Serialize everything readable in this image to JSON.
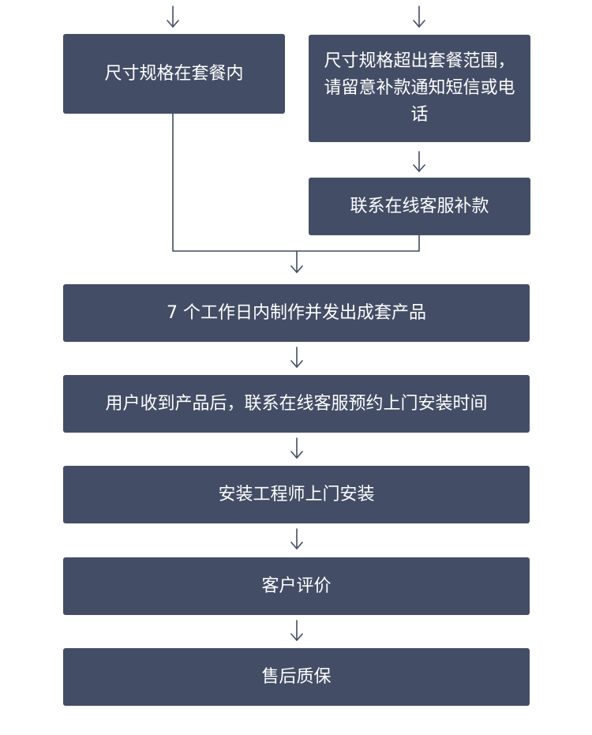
{
  "flow": {
    "within_package": "尺寸规格在套餐内",
    "exceeds_package": "尺寸规格超出套餐范围，请留意补款通知短信或电话",
    "contact_service_payment": "联系在线客服补款",
    "production": "7 个工作日内制作并发出成套产品",
    "receive_and_schedule": "用户收到产品后，联系在线客服预约上门安装时间",
    "installation": "安装工程师上门安装",
    "customer_review": "客户评价",
    "after_sales": "售后质保"
  },
  "colors": {
    "box_fill": "#434d65",
    "connector": "#434d65",
    "text": "#ffffff"
  }
}
